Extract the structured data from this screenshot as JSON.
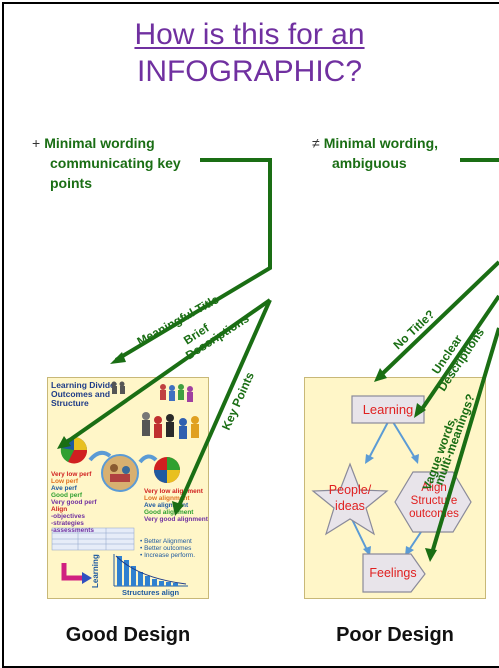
{
  "title": {
    "line1": "How is this for an",
    "line2": "INFOGRAPHIC?"
  },
  "left": {
    "symbol": "+",
    "note": [
      "Minimal wording",
      "communicating key",
      "points"
    ],
    "arrows": [
      "Meaningful Title",
      "Brief Descriptions",
      "Key Points"
    ],
    "caption": "Good Design",
    "mini": {
      "heading": [
        "Learning Divide:",
        "Outcomes and",
        "Structure"
      ],
      "perf": [
        "Very low perf",
        "Low perf",
        "Ave perf",
        "Good perf",
        "Very good perf"
      ],
      "align_heading": "Align",
      "align_items": [
        "-objectives",
        "-strategies",
        "-assessments"
      ],
      "alignment": [
        "Very low alignment",
        "Low alignment",
        "Ave alignment",
        "Good alignment",
        "Very good alignment"
      ],
      "bullets": [
        "• Better Alignment",
        "• Better outcomes",
        "• Increase perform."
      ],
      "ylabel": "Learning",
      "xlabel": "Structures align"
    }
  },
  "right": {
    "symbol": "≠",
    "note": [
      "Minimal wording,",
      "ambiguous"
    ],
    "arrows": [
      "No Title?",
      "Unclear Descriptions",
      "Vague words, multi-meanings?"
    ],
    "caption": "Poor Design",
    "shapes": {
      "top": "Learning",
      "star": [
        "People/",
        "ideas"
      ],
      "hex": [
        "Align",
        "Structure",
        "outcomes"
      ],
      "bottom": "Feelings"
    }
  },
  "colors": {
    "title": "#7030a0",
    "green": "#1a6e14",
    "panel": "#fff6c8",
    "shape_red": "#e02020",
    "blue_arrow": "#5b9bd5"
  }
}
